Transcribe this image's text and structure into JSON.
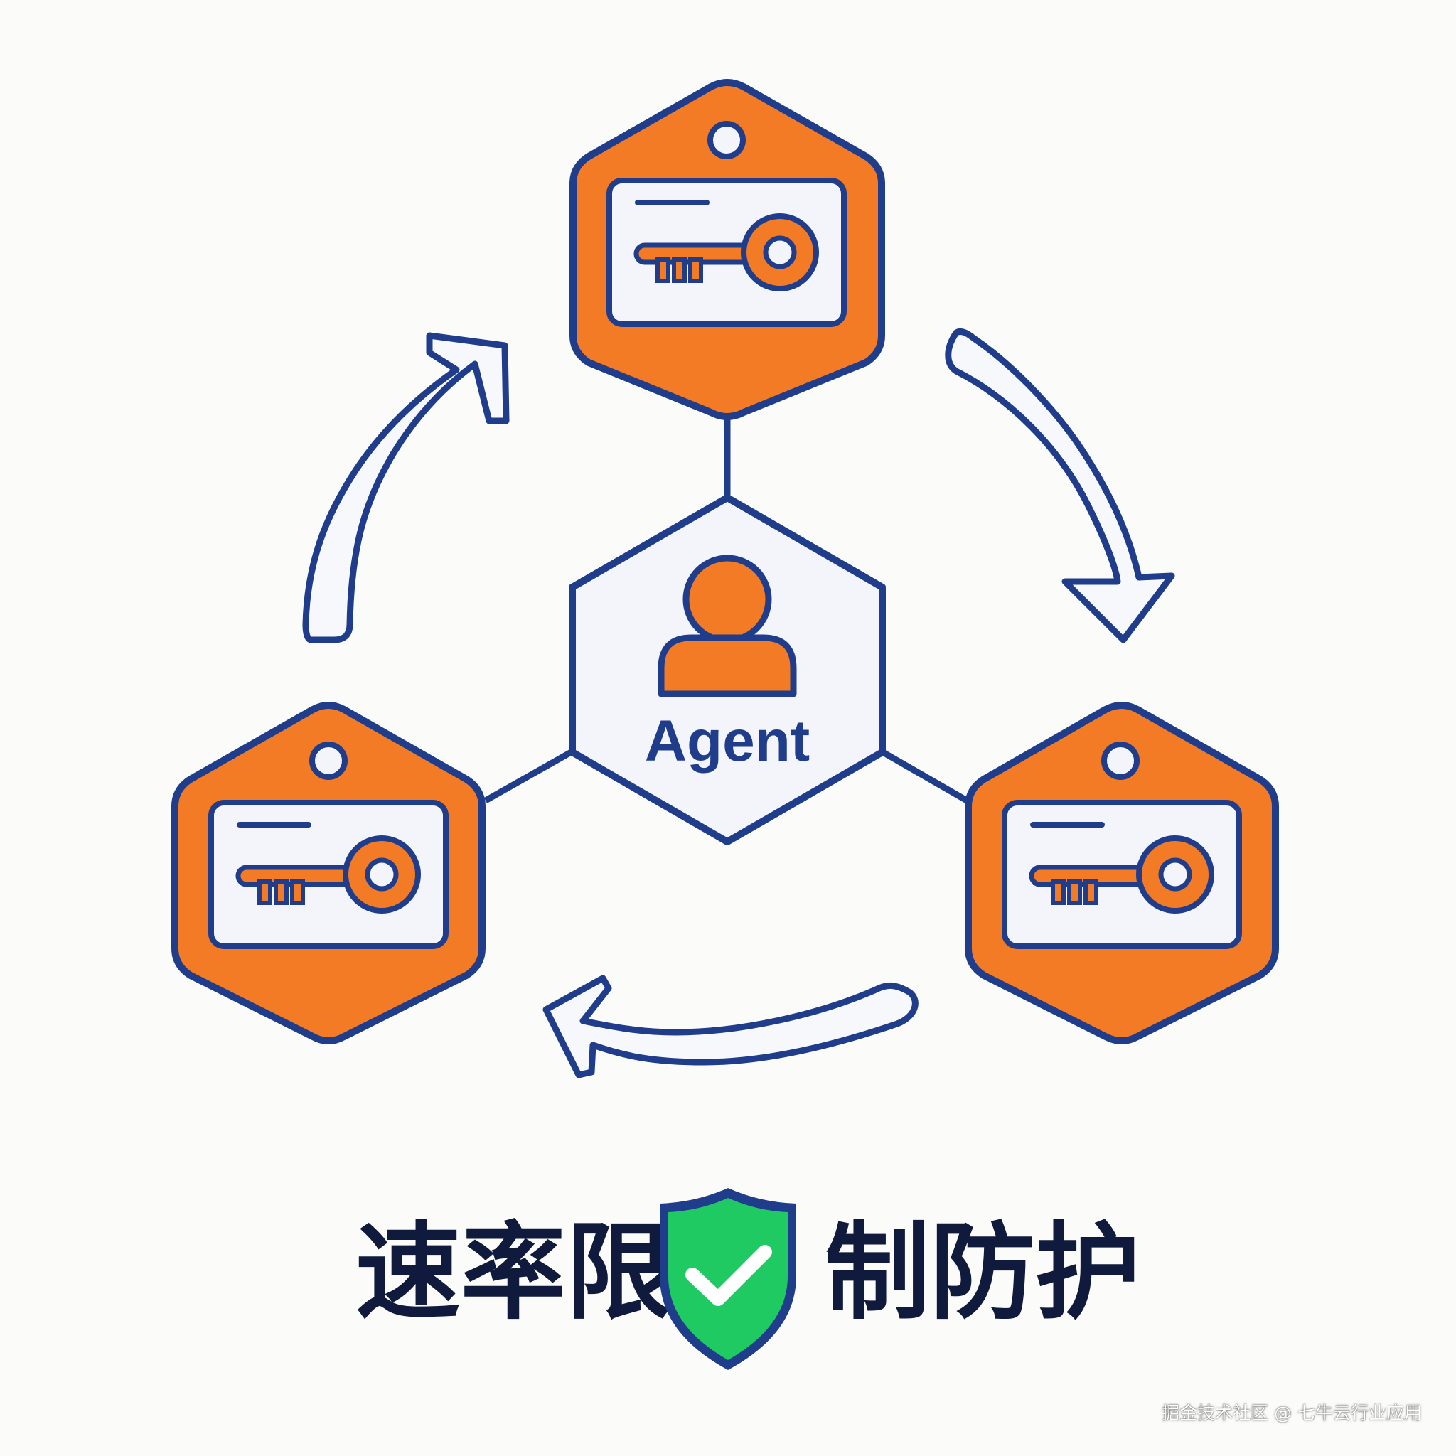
{
  "colors": {
    "navy": "#1f3d8a",
    "orange": "#f47b25",
    "card_fill": "#f3f5fa",
    "arrow_fill": "#f7f8fb",
    "shield_green": "#1fca62",
    "title_color": "#0f1a3c"
  },
  "diagram": {
    "center_node": {
      "label": "Agent",
      "icon": "user-icon"
    },
    "key_nodes": [
      {
        "id": "top",
        "icon": "key-card-icon"
      },
      {
        "id": "left",
        "icon": "key-card-icon"
      },
      {
        "id": "right",
        "icon": "key-card-icon"
      }
    ],
    "cycle_arrows": [
      "arrow-up-right",
      "arrow-down-right",
      "arrow-left"
    ]
  },
  "title": {
    "left_text": "速率限",
    "right_text": "制防护",
    "icon": "shield-check-icon"
  },
  "watermark": "掘金技术社区 @ 七牛云行业应用"
}
